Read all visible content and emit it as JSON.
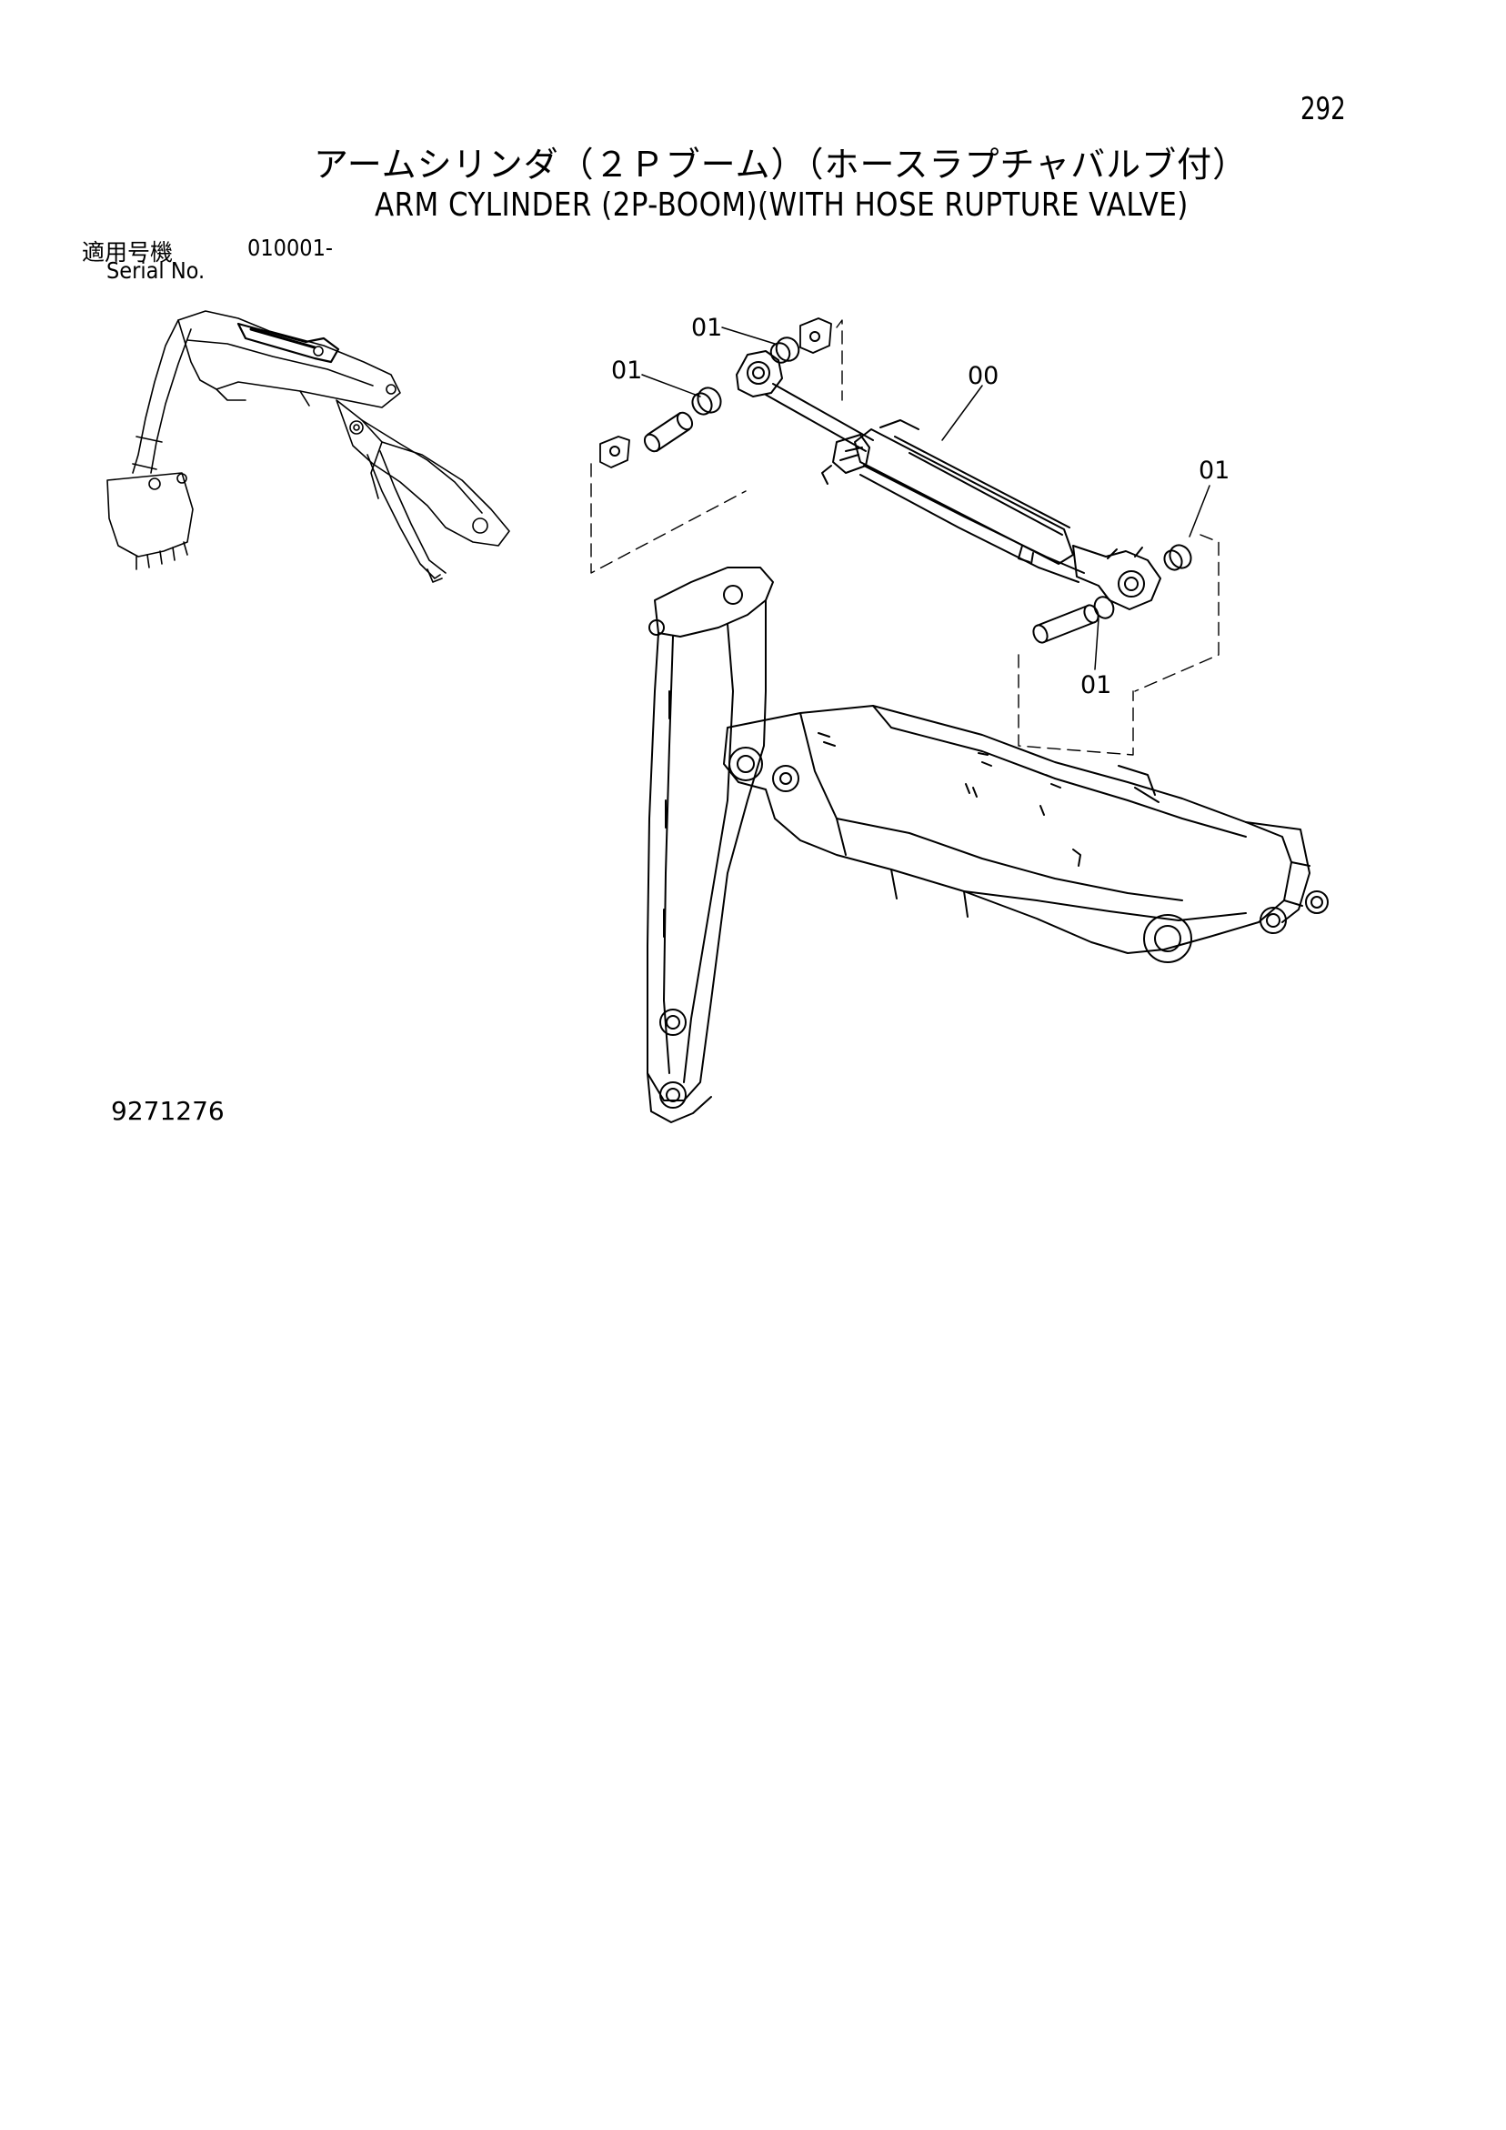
{
  "page": {
    "page_number": "292",
    "title_jp": "アームシリンダ（２Ｐブーム）（ホースラプチャバルブ付）",
    "title_en": "ARM CYLINDER (2P-BOOM)(WITH HOSE RUPTURE VALVE)",
    "serial_label_jp": "適用号機",
    "serial_code": "010001-",
    "serial_label_en": "Serial No.",
    "drawing_number": "9271276"
  },
  "callouts": [
    {
      "id": "c1",
      "label": "01"
    },
    {
      "id": "c2",
      "label": "01"
    },
    {
      "id": "c3",
      "label": "00"
    },
    {
      "id": "c4",
      "label": "01"
    },
    {
      "id": "c5",
      "label": "01"
    }
  ]
}
